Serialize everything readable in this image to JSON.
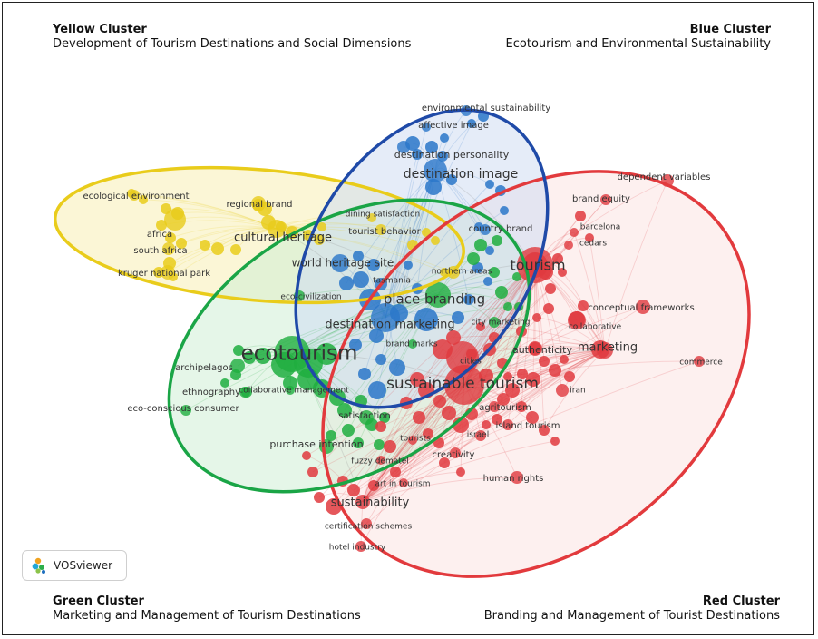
{
  "corners": {
    "yellow": {
      "title": "Yellow Cluster",
      "subtitle": "Development of Tourism Destinations and Social Dimensions"
    },
    "blue": {
      "title": "Blue Cluster",
      "subtitle": "Ecotourism and Environmental Sustainability"
    },
    "green": {
      "title": "Green Cluster",
      "subtitle": "Marketing and Management of Tourism Destinations"
    },
    "red": {
      "title": "Red Cluster",
      "subtitle": "Branding and Management of Tourist Destinations"
    }
  },
  "branding": {
    "name": "VOSviewer",
    "icon": "vosviewer-logo-icon"
  },
  "colors": {
    "yellow": "#e9cc1b",
    "blue": "#2a77c9",
    "green": "#1fae3f",
    "red": "#e03a3e"
  },
  "clusters": [
    {
      "id": "yellow",
      "color": "#e9cc1b",
      "fill": "#f7efb4"
    },
    {
      "id": "blue",
      "color": "#1f4aa8",
      "fill": "#cfdcf2"
    },
    {
      "id": "green",
      "color": "#1aa546",
      "fill": "#cfeed6"
    },
    {
      "id": "red",
      "color": "#e23a3d",
      "fill": "#fbe3e2"
    }
  ],
  "terms": [
    {
      "text": "environmental sustainability",
      "cluster": "blue"
    },
    {
      "text": "affective image",
      "cluster": "blue"
    },
    {
      "text": "destination personality",
      "cluster": "blue"
    },
    {
      "text": "destination image",
      "cluster": "blue"
    },
    {
      "text": "country brand",
      "cluster": "blue"
    },
    {
      "text": "world heritage site",
      "cluster": "blue"
    },
    {
      "text": "tasmania",
      "cluster": "blue"
    },
    {
      "text": "destination marketing",
      "cluster": "blue"
    },
    {
      "text": "ecological environment",
      "cluster": "yellow"
    },
    {
      "text": "regional brand",
      "cluster": "yellow"
    },
    {
      "text": "africa",
      "cluster": "yellow"
    },
    {
      "text": "south africa",
      "cluster": "yellow"
    },
    {
      "text": "cultural heritage",
      "cluster": "yellow"
    },
    {
      "text": "kruger national park",
      "cluster": "yellow"
    },
    {
      "text": "dining satisfaction",
      "cluster": "yellow"
    },
    {
      "text": "tourist behavior",
      "cluster": "yellow"
    },
    {
      "text": "northern areas",
      "cluster": "yellow"
    },
    {
      "text": "eco-civilization",
      "cluster": "green"
    },
    {
      "text": "place branding",
      "cluster": "green"
    },
    {
      "text": "ecotourism",
      "cluster": "green"
    },
    {
      "text": "brand marks",
      "cluster": "green"
    },
    {
      "text": "city marketing",
      "cluster": "green"
    },
    {
      "text": "archipelagos",
      "cluster": "green"
    },
    {
      "text": "ethnography",
      "cluster": "green"
    },
    {
      "text": "collaborative management",
      "cluster": "green"
    },
    {
      "text": "eco-conscious consumer",
      "cluster": "green"
    },
    {
      "text": "satisfaction",
      "cluster": "green"
    },
    {
      "text": "purchase intention",
      "cluster": "green"
    },
    {
      "text": "dependent variables",
      "cluster": "red"
    },
    {
      "text": "brand equity",
      "cluster": "red"
    },
    {
      "text": "barcelona",
      "cluster": "red"
    },
    {
      "text": "cedars",
      "cluster": "red"
    },
    {
      "text": "tourism",
      "cluster": "red"
    },
    {
      "text": "conceptual frameworks",
      "cluster": "red"
    },
    {
      "text": "collaborative",
      "cluster": "red"
    },
    {
      "text": "marketing",
      "cluster": "red"
    },
    {
      "text": "authenticity",
      "cluster": "red"
    },
    {
      "text": "commerce",
      "cluster": "red"
    },
    {
      "text": "cities",
      "cluster": "red"
    },
    {
      "text": "sustainable tourism",
      "cluster": "red"
    },
    {
      "text": "iran",
      "cluster": "red"
    },
    {
      "text": "agritourism",
      "cluster": "red"
    },
    {
      "text": "island tourism",
      "cluster": "red"
    },
    {
      "text": "israel",
      "cluster": "red"
    },
    {
      "text": "tourists",
      "cluster": "red"
    },
    {
      "text": "fuzzy dematel",
      "cluster": "red"
    },
    {
      "text": "creativity",
      "cluster": "red"
    },
    {
      "text": "human rights",
      "cluster": "red"
    },
    {
      "text": "art in tourism",
      "cluster": "red"
    },
    {
      "text": "sustainability",
      "cluster": "red"
    },
    {
      "text": "certification schemes",
      "cluster": "red"
    },
    {
      "text": "hotel industry",
      "cluster": "red"
    }
  ]
}
